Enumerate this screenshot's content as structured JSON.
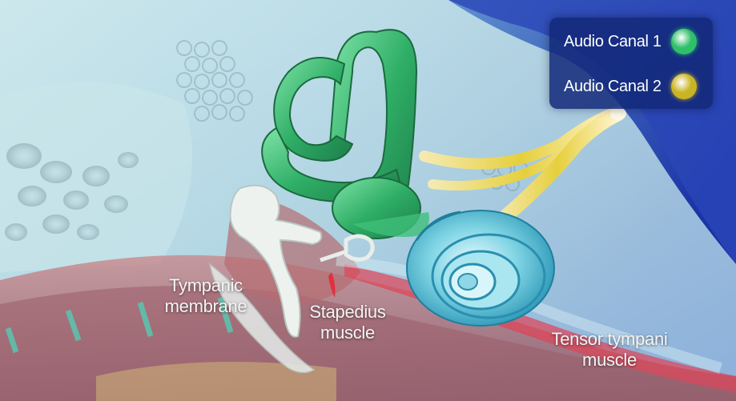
{
  "legend": {
    "items": [
      {
        "label": "Audio Canal 1",
        "color": "#2fc06a",
        "icon": "green-circle"
      },
      {
        "label": "Audio Canal 2",
        "color": "#c9b422",
        "icon": "yellow-circle"
      }
    ]
  },
  "labels": {
    "tympanic": [
      "Tympanic",
      "membrane"
    ],
    "stapedius": [
      "Stapedius",
      "muscle"
    ],
    "tensor": [
      "Tensor tympani",
      "muscle"
    ]
  },
  "colors": {
    "background_blue": "#1f3fae",
    "bone": "#e3ece8",
    "canal_green": "#34b36d",
    "cochlea_cyan": "#5cc6d8",
    "nerve_yellow": "#e8d34a",
    "tissue_red": "#b45a5e"
  }
}
